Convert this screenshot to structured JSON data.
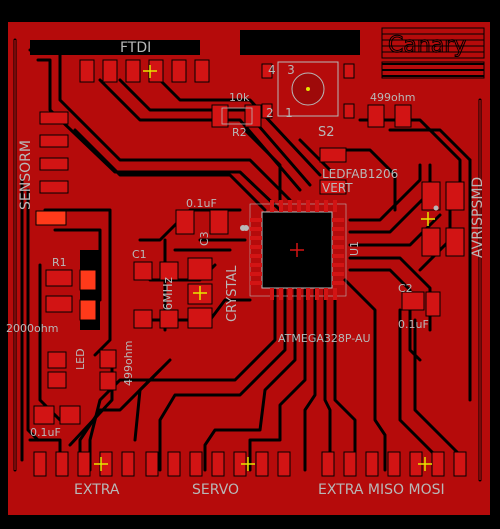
{
  "board": {
    "colors": {
      "background": "#000000",
      "copper": "#b50b0b",
      "trace": "#c41010",
      "pad": "#d21414",
      "pad_highlight": "#ff3a1a",
      "silkscreen": "#b8b8b8",
      "outline": "#1a1a1a"
    },
    "labels": {
      "ftdi": "FTDI",
      "r2_value": "10k",
      "r2": "R2",
      "s2": "S2",
      "s2_pins_top": "4   3",
      "s2_pins_bottom": "2   1",
      "r_led_value": "499ohm",
      "led": "LEDFAB1206",
      "vert": "VERT",
      "sensorm": "SENSORM",
      "canary": "Canary",
      "avrisp": "AVRISPSMD",
      "c_top": "0.1uF",
      "c1": "C1",
      "c3": "C3",
      "crystal": "CRYSTAL",
      "freq": "16MHz",
      "mcu": "ATMEGA328P-AU",
      "u1": "U1",
      "c2": "C2",
      "c_right": "0.1uF",
      "r1": "R1",
      "r1_value": "2000ohm",
      "r3_value": "499ohm",
      "led_r": "LED",
      "c_left": "0.1uF",
      "extra_left": "EXTRA",
      "servo": "SERVO",
      "extra_right": "EXTRA MISO MOSI"
    },
    "icons": {
      "button": "tactile-switch-icon",
      "via": "via-icon"
    }
  }
}
